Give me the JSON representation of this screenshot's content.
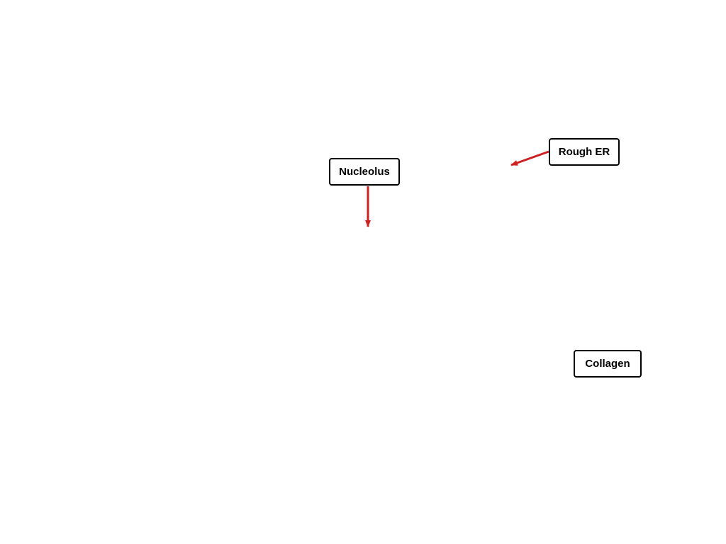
{
  "labels": {
    "nucleolus": "Nucleolus",
    "rough_er": "Rough ER",
    "collagen": "Collagen"
  },
  "colors": {
    "arrow": "#cc2222",
    "box_border": "#000000",
    "background": "#ffffff"
  }
}
